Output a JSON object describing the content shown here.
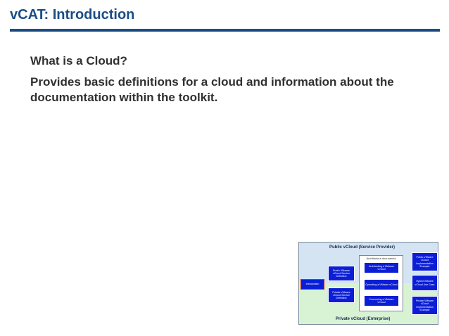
{
  "slide": {
    "title": "vCAT: Introduction",
    "heading": "What is a Cloud?",
    "description": "Provides basic definitions for a cloud and information about the documentation within the toolkit."
  },
  "diagram": {
    "public_label": "Public vCloud  (Service Provider)",
    "private_label": "Private vCloud  (Enterprise)",
    "architecture_label": "Architecture documents",
    "boxes": {
      "introduction": "Introduction",
      "public_definition": "Public VMware vCloud Service Definition",
      "private_definition": "Private VMware vCloud Service Definition",
      "architecting": "Architecting a VMware vCloud",
      "operating": "Operating a VMware vCloud",
      "consuming": "Consuming a VMware vCloud",
      "public_example": "Public VMware vCloud Implementation Example",
      "hybrid_use_case": "Hybrid VMware vCloud Use Case",
      "private_example": "Private VMware vCloud Implementation Example"
    },
    "colors": {
      "box_fill": "#0b1ed6",
      "highlight_border": "#e02020",
      "public_band": "#d5e4f3",
      "private_band": "#d8f2d4",
      "title_color": "#1a4d86"
    }
  }
}
